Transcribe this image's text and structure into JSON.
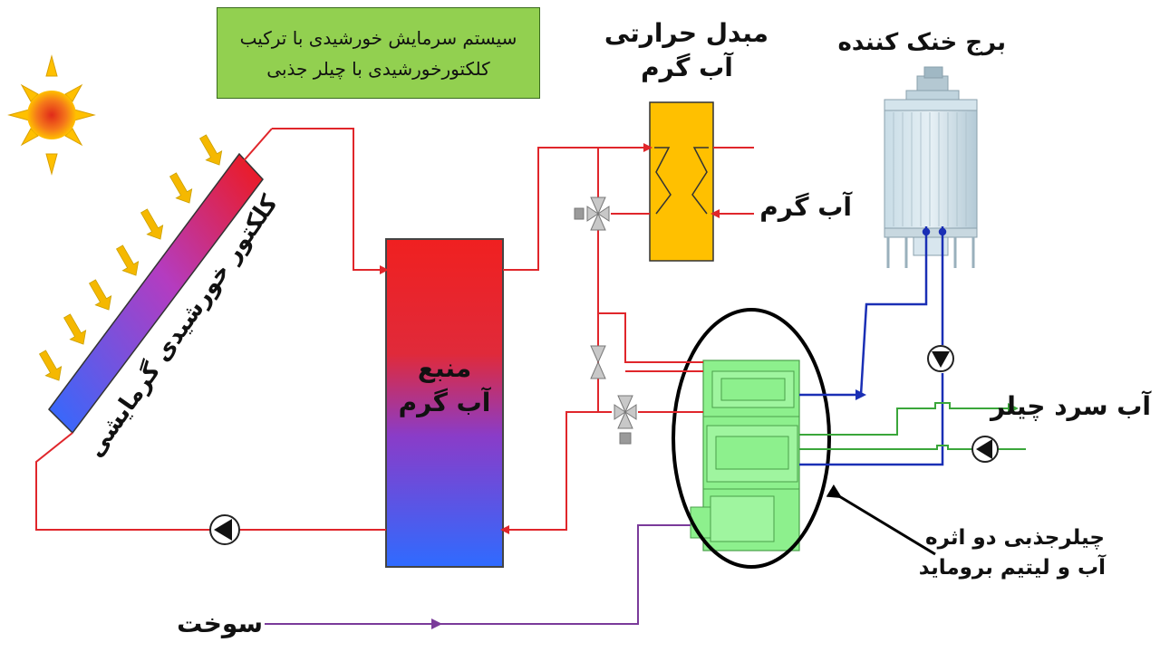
{
  "title": {
    "line1": "سیستم سرمایش خورشیدی با ترکیب",
    "line2": "کلکتورخورشیدی با چیلر جذبی"
  },
  "labels": {
    "heat_exchanger_line1": "مبدل حرارتی",
    "heat_exchanger_line2": "آب گرم",
    "cooling_tower": "برج خنک کننده",
    "hot_water_right": "آب گرم",
    "collector": "کلکتور خورشیدی گرمایشی",
    "tank_line1": "منبع",
    "tank_line2": "آب گرم",
    "chilled_water": "آب سرد چیلر",
    "chiller_line1": "چیلرجذبی دو اثره",
    "chiller_line2": "آب و لیتیم بروماید",
    "fuel": "سوخت"
  },
  "colors": {
    "hot_pipe": "#e0262b",
    "cold_pipe": "#1a2fb5",
    "green_pipe": "#3aa63a",
    "fuel_pipe": "#7a3a9a",
    "exchanger_fill": "#ffc000",
    "chiller_fill": "#8df08d",
    "title_bg": "#92d050"
  }
}
